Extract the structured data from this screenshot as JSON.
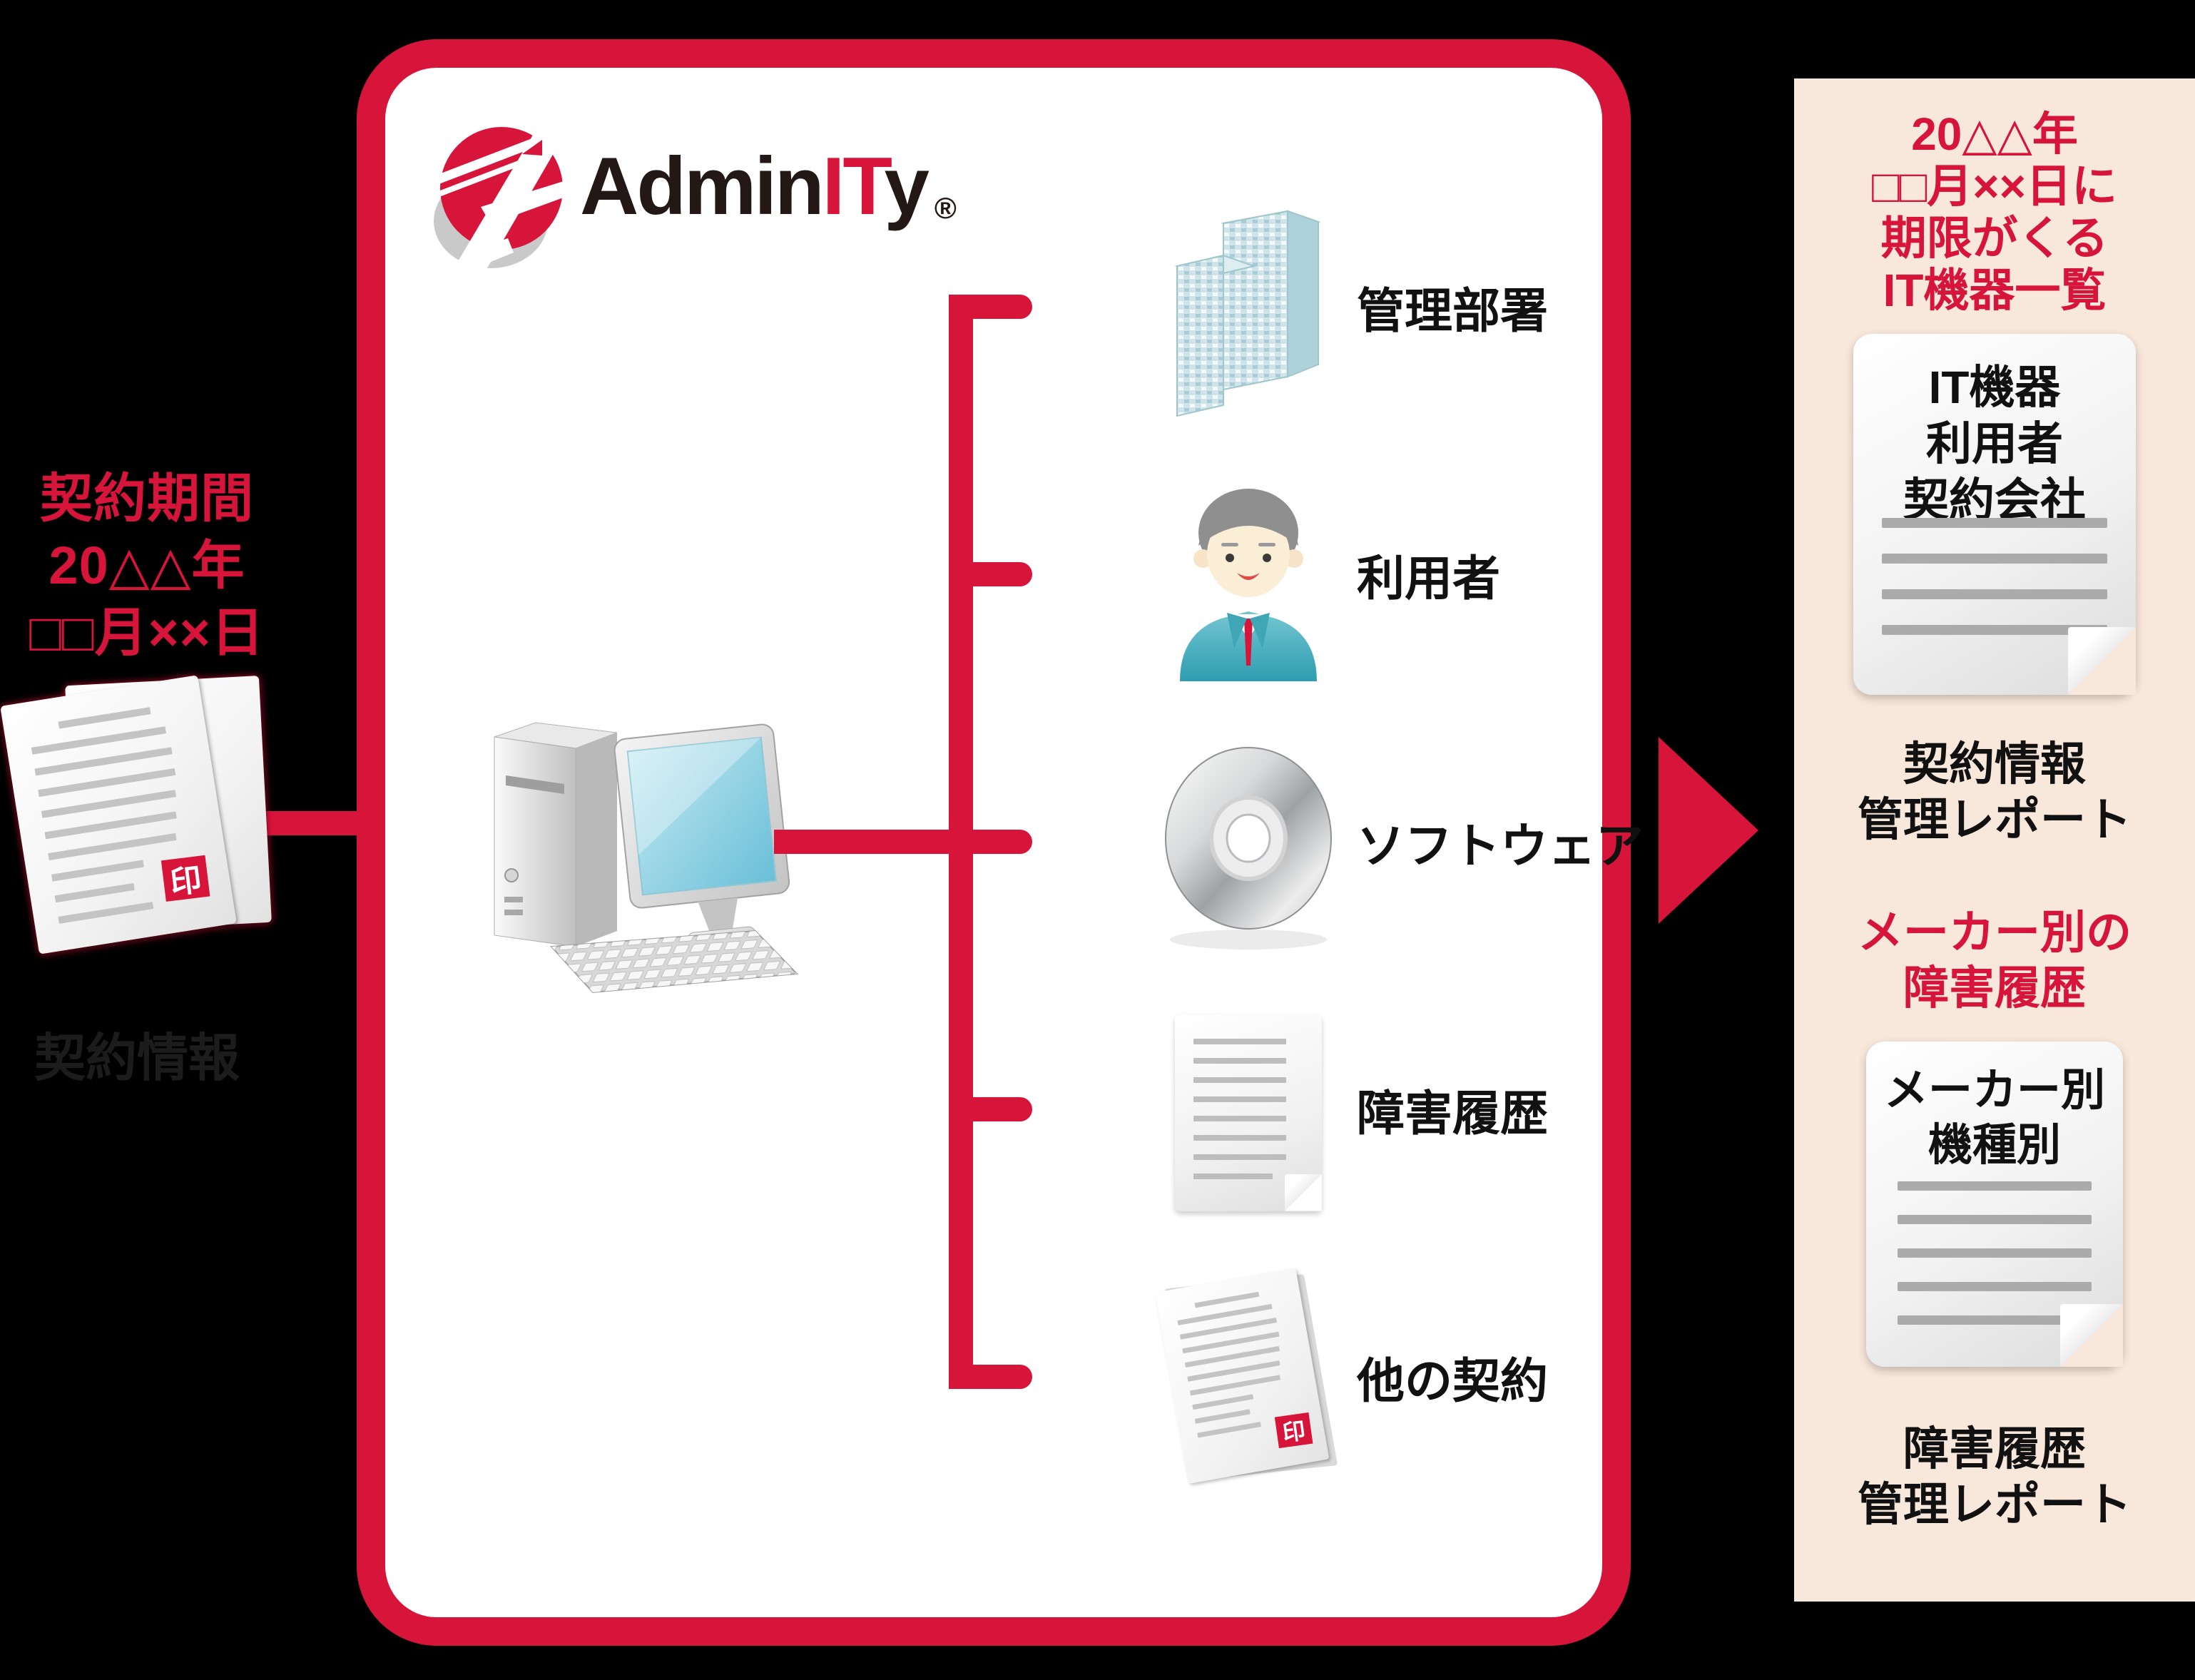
{
  "colors": {
    "accent_red": "#d7143a",
    "panel_bg": "#f8e7db",
    "background": "#000000",
    "box_bg": "#ffffff",
    "text_dark": "#111111",
    "doc_line_gray": "#bdbdbd"
  },
  "logo": {
    "brand_prefix": "Admin",
    "brand_accent": "IT",
    "brand_suffix": "y",
    "registered_mark": "®"
  },
  "left": {
    "period_lines": [
      "契約期間",
      "20△△年",
      "□□月××日"
    ],
    "ghost_caption": "契約情報",
    "stamp_glyph": "印"
  },
  "tree": {
    "items": [
      {
        "icon": "building-icon",
        "label": "管理部署"
      },
      {
        "icon": "person-icon",
        "label": "利用者"
      },
      {
        "icon": "cd-icon",
        "label": "ソフトウェア"
      },
      {
        "icon": "document-icon",
        "label": "障害履歴"
      },
      {
        "icon": "stamped-document-icon",
        "label": "他の契約"
      }
    ]
  },
  "right_panel": {
    "title_lines": [
      "20△△年",
      "□□月××日に",
      "期限がくる",
      "IT機器一覧"
    ],
    "report1": {
      "doc_lines": [
        "IT機器",
        "利用者",
        "契約会社"
      ],
      "caption_lines": [
        "契約情報",
        "管理レポート"
      ]
    },
    "subtitle_lines": [
      "メーカー別の",
      "障害履歴"
    ],
    "report2": {
      "doc_lines": [
        "メーカー別",
        "機種別"
      ],
      "caption_lines": [
        "障害履歴",
        "管理レポート"
      ]
    }
  }
}
